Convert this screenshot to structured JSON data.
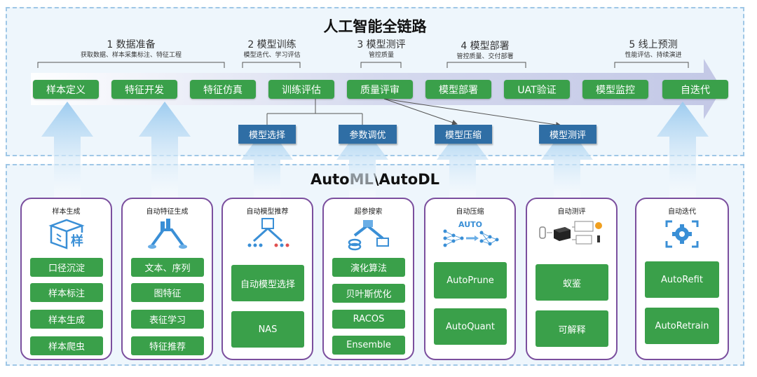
{
  "top_title": "人工智能全链路",
  "bottom_title": "AutoML\\AutoDL",
  "stages": [
    {
      "title": "1 数据准备",
      "subtitle": "获取数据、样本采集标注、特征工程"
    },
    {
      "title": "2 模型训练",
      "subtitle": "模型迭代、学习评估"
    },
    {
      "title": "3 模型测评",
      "subtitle": "管控质量"
    },
    {
      "title": "4 模型部署",
      "subtitle": "管控质量、交付部署"
    },
    {
      "title": "5 线上预测",
      "subtitle": "性能评估、持续演进"
    }
  ],
  "pipeline_steps": [
    "样本定义",
    "特征开发",
    "特征仿真",
    "训练评估",
    "质量评审",
    "模型部署",
    "UAT验证",
    "模型监控",
    "自迭代"
  ],
  "tools": [
    "模型选择",
    "参数调优",
    "模型压缩",
    "模型测评"
  ],
  "cards": [
    {
      "title": "样本生成",
      "icon": "sample-box-icon",
      "icon_text": "样",
      "items": [
        "口径沉淀",
        "样本标注",
        "样本生成",
        "样本爬虫"
      ]
    },
    {
      "title": "自动特征生成",
      "icon": "feature-flow-icon",
      "items": [
        "文本、序列",
        "图特征",
        "表征学习",
        "特征推荐"
      ]
    },
    {
      "title": "自动模型推荐",
      "icon": "model-network-icon",
      "items": [
        "自动模型选择",
        "NAS"
      ]
    },
    {
      "title": "超参搜索",
      "icon": "hyperparam-search-icon",
      "items": [
        "演化算法",
        "贝叶斯优化",
        "RACOS",
        "Ensemble"
      ]
    },
    {
      "title": "自动压缩",
      "icon": "compress-network-icon",
      "icon_text": "AUTO",
      "items": [
        "AutoPrune",
        "AutoQuant"
      ]
    },
    {
      "title": "自动测评",
      "icon": "evaluation-devices-icon",
      "items": [
        "蚁鉴",
        "可解释"
      ]
    },
    {
      "title": "自动迭代",
      "icon": "refresh-gear-icon",
      "items": [
        "AutoRefit",
        "AutoRetrain"
      ]
    }
  ],
  "colors": {
    "green": "#3aa04a",
    "blue": "#2f6ea5",
    "purple": "#7b4f9e",
    "arrow_light": "#a9d3f2",
    "panel_border": "#9fc7e6"
  }
}
